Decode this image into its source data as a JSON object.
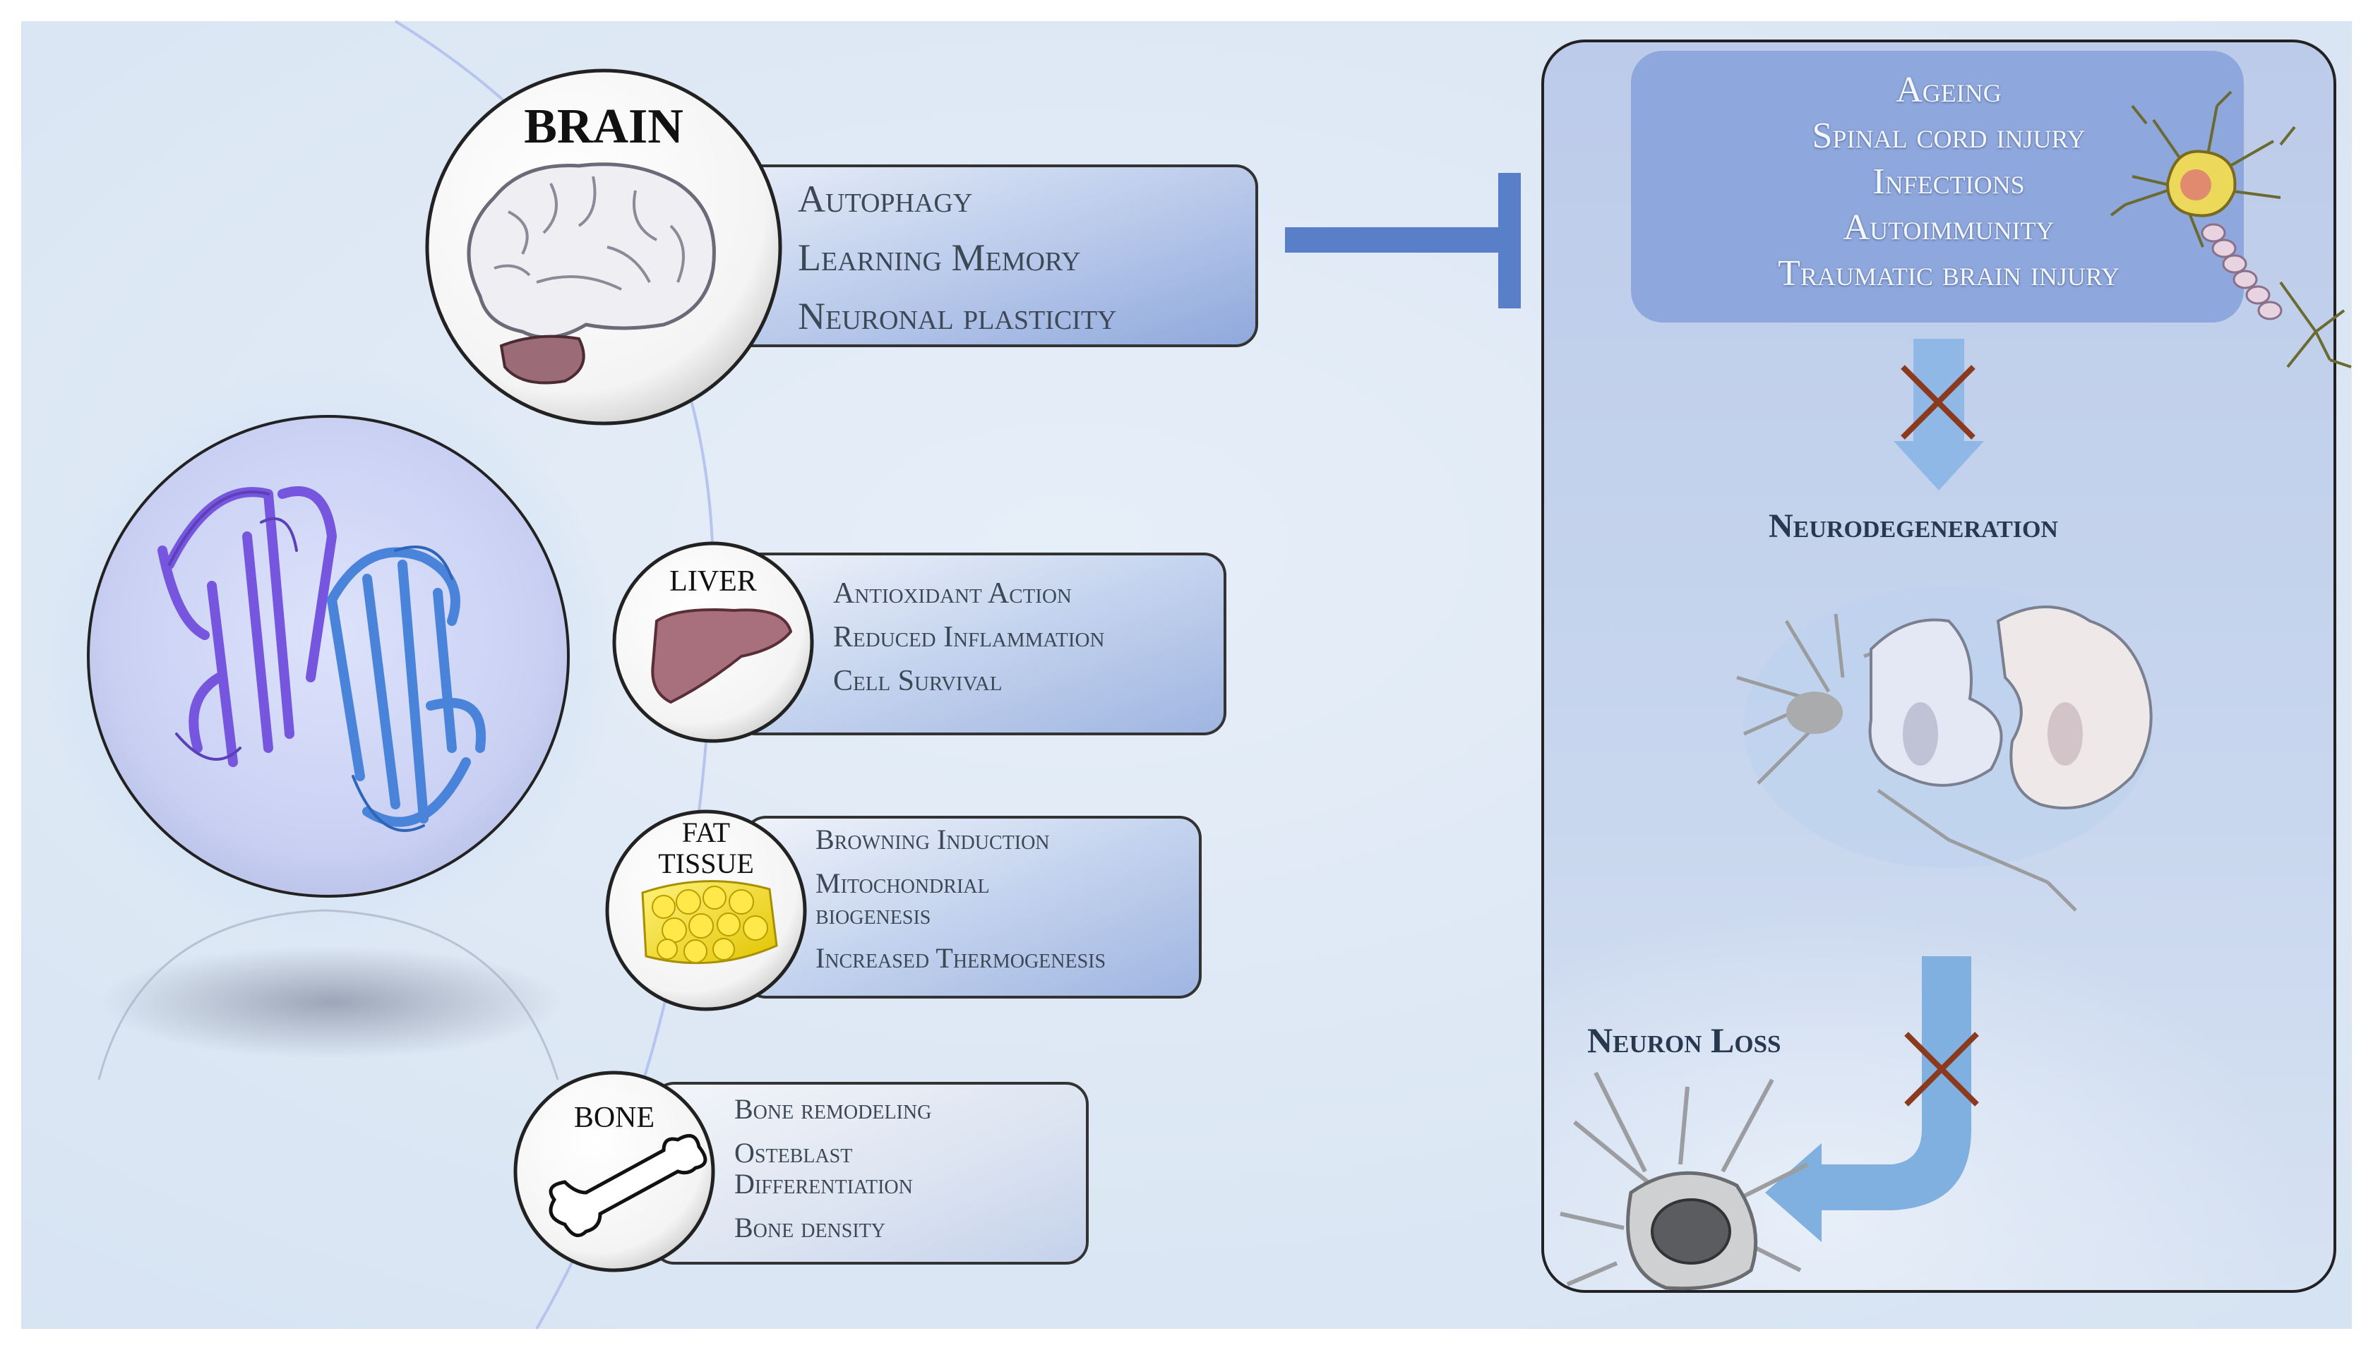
{
  "brain": {
    "title": "BRAIN",
    "effects": [
      "Autophagy",
      "Learning Memory",
      "Neuronal plasticity"
    ]
  },
  "liver": {
    "title": "LIVER",
    "effects": [
      "Antioxidant Action",
      "Reduced Inflammation",
      "Cell Survival"
    ]
  },
  "fat": {
    "title_line1": "FAT",
    "title_line2": "TISSUE",
    "effects": [
      "Browning Induction",
      "Mitochondrial",
      "biogenesis",
      "Increased Thermogenesis"
    ]
  },
  "bone": {
    "title": "BONE",
    "effects": [
      "Bone remodeling",
      "Osteblast",
      "Differentiation",
      "Bone density"
    ]
  },
  "causes": [
    "Ageing",
    "Spinal cord injury",
    "Infections",
    "Autoimmunity",
    "Traumatic brain injury"
  ],
  "neurodegeneration_label": "Neurodegeneration",
  "neuron_loss_label": "Neuron Loss",
  "colors": {
    "background": "#dde8f5",
    "box_blue": "#9fb6e6",
    "cause_box": "#8ea7dc",
    "inhibit_arrow": "#5a7fc9",
    "down_arrow": "#8fb8e6",
    "cross": "#8b3a1e",
    "protein_purple": "#7b5ce0",
    "protein_blue": "#4f86d8"
  }
}
